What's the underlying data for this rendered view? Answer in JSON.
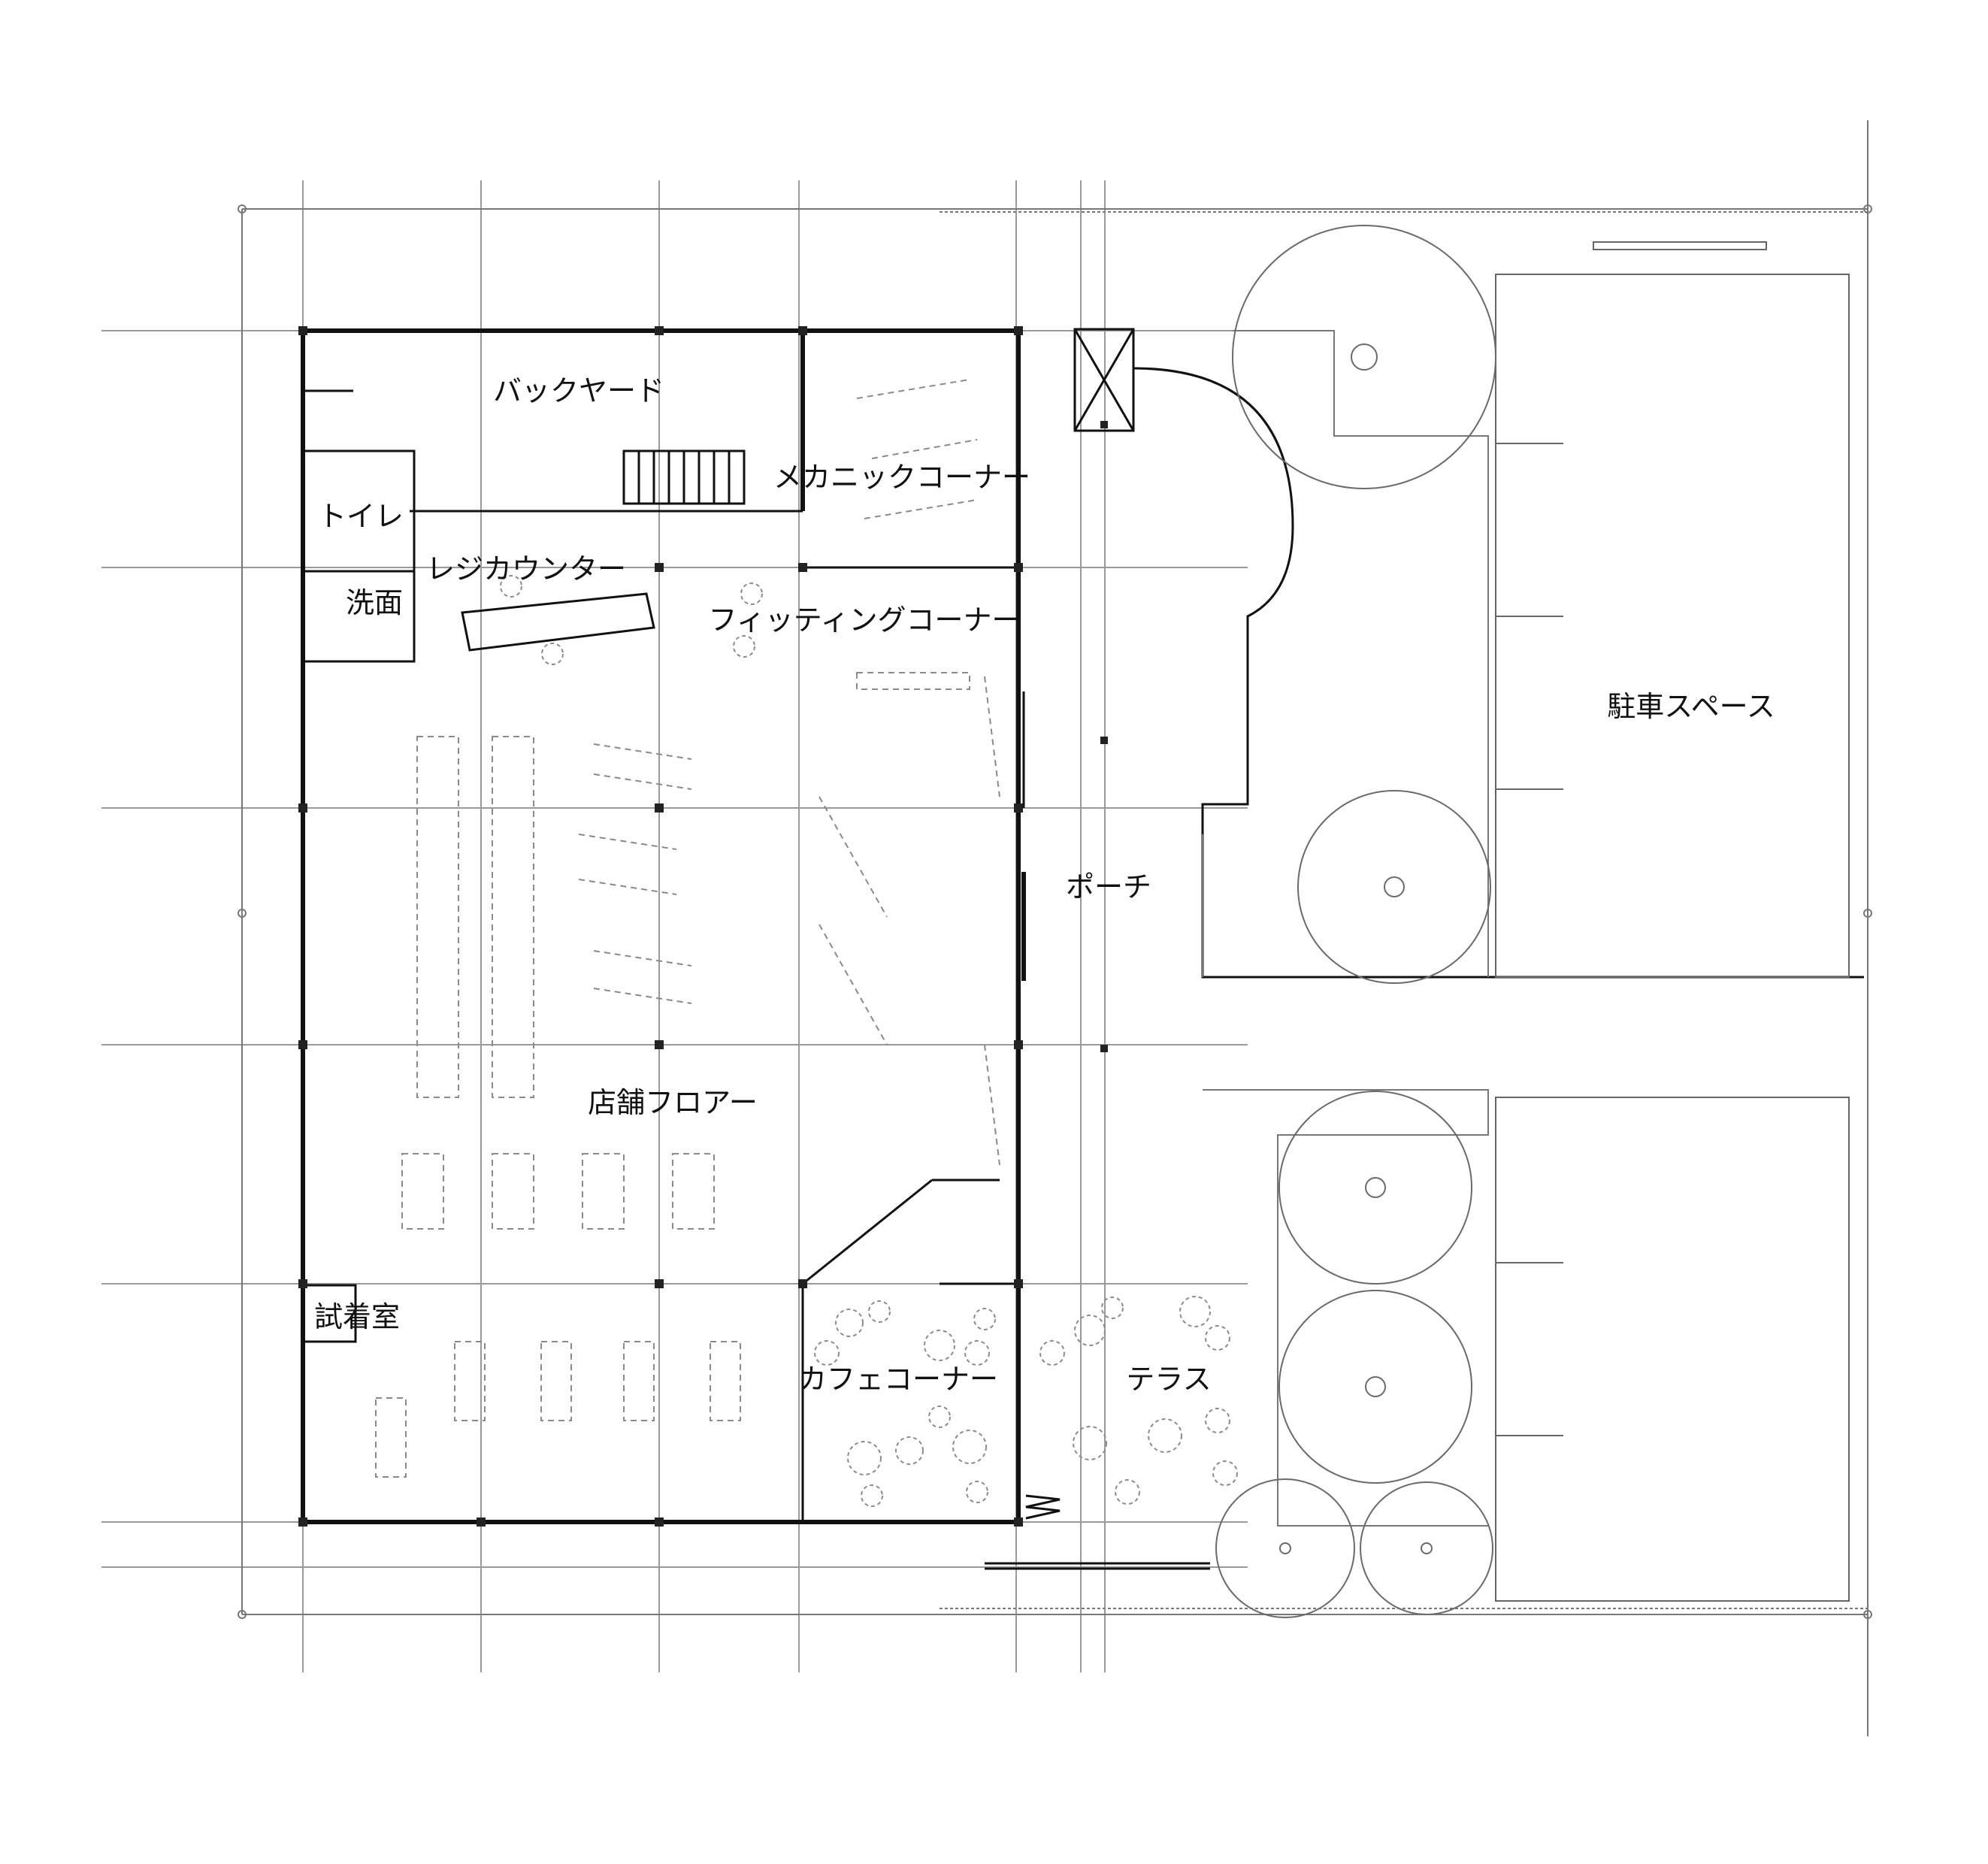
{
  "rooms": {
    "backyard": "バックヤード",
    "mechanic": "メカニックコーナー",
    "toilet": "トイレ",
    "register": "レジカウンター",
    "washroom": "洗面",
    "fitting": "フィッティングコーナー",
    "porch": "ポーチ",
    "parking": "駐車スペース",
    "shop_floor": "店舗フロアー",
    "dressing": "試着室",
    "cafe": "カフェコーナー",
    "terrace": "テラス"
  }
}
